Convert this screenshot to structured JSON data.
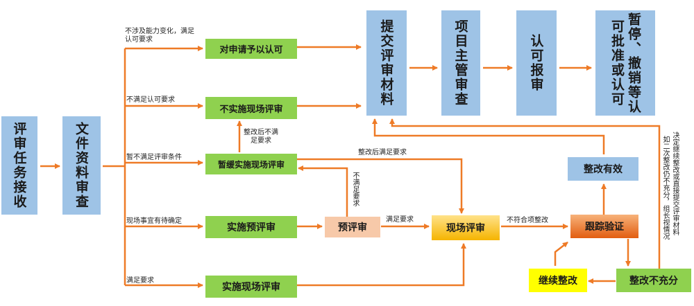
{
  "nodes": {
    "receive": "评审任务接收",
    "doc_review": "文件资料审查",
    "accept": "对申请予以认可",
    "no_onsite": "不实施现场评审",
    "suspend": "暂缓实施现场评审",
    "pre_review_impl": "实施预评审",
    "onsite_impl": "实施现场评审",
    "pre_review": "预评审",
    "onsite": "现场评审",
    "track": "跟踪验证",
    "effective": "整改有效",
    "insufficient": "整改不充分",
    "continue": "继续整改",
    "submit": "提交评审材料",
    "manager": "项目主管审查",
    "report": "认可报审",
    "result": "暂停、撤销等认可批准或认可"
  },
  "labels": {
    "l1": "不涉及能力变化，满足认可要求",
    "l2": "不满足认可要求",
    "l3": "整改后不满足要求",
    "l4": "暂不满足评审条件",
    "l5": "整改后满足要求",
    "l6": "不满足要求",
    "l7": "现场事宜有待确定",
    "l8": "满足要求",
    "l9": "不符合项整改",
    "l10": "满足要求",
    "l11": "决定继续整改或直接提交评审材料",
    "l12": "如二次整改仍不充分，组长视情况"
  }
}
